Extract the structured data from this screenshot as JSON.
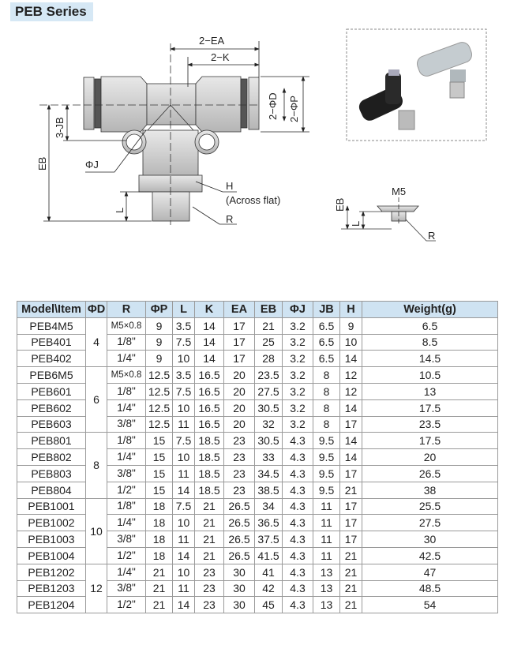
{
  "title": "PEB Series",
  "drawing": {
    "labels": {
      "ea": "2−EA",
      "k": "2−K",
      "d": "2−ΦD",
      "p": "2−ΦP",
      "jb": "3-JB",
      "eb": "EB",
      "j": "ΦJ",
      "h": "H",
      "across": "(Across flat)",
      "l": "L",
      "r": "R"
    },
    "m5_labels": {
      "m5": "M5",
      "eb": "EB",
      "l": "L",
      "r": "R"
    }
  },
  "table": {
    "headers": [
      "Model\\Item",
      "ΦD",
      "R",
      "ΦP",
      "L",
      "K",
      "EA",
      "EB",
      "ΦJ",
      "JB",
      "H",
      "Weight(g)"
    ],
    "groups": [
      {
        "d": "4",
        "rows": [
          [
            "PEB4M5",
            "M5×0.8",
            "9",
            "3.5",
            "14",
            "17",
            "21",
            "3.2",
            "6.5",
            "9",
            "6.5"
          ],
          [
            "PEB401",
            "1/8\"",
            "9",
            "7.5",
            "14",
            "17",
            "25",
            "3.2",
            "6.5",
            "10",
            "8.5"
          ],
          [
            "PEB402",
            "1/4\"",
            "9",
            "10",
            "14",
            "17",
            "28",
            "3.2",
            "6.5",
            "14",
            "14.5"
          ]
        ]
      },
      {
        "d": "6",
        "rows": [
          [
            "PEB6M5",
            "M5×0.8",
            "12.5",
            "3.5",
            "16.5",
            "20",
            "23.5",
            "3.2",
            "8",
            "12",
            "10.5"
          ],
          [
            "PEB601",
            "1/8\"",
            "12.5",
            "7.5",
            "16.5",
            "20",
            "27.5",
            "3.2",
            "8",
            "12",
            "13"
          ],
          [
            "PEB602",
            "1/4\"",
            "12.5",
            "10",
            "16.5",
            "20",
            "30.5",
            "3.2",
            "8",
            "14",
            "17.5"
          ],
          [
            "PEB603",
            "3/8\"",
            "12.5",
            "11",
            "16.5",
            "20",
            "32",
            "3.2",
            "8",
            "17",
            "23.5"
          ]
        ]
      },
      {
        "d": "8",
        "rows": [
          [
            "PEB801",
            "1/8\"",
            "15",
            "7.5",
            "18.5",
            "23",
            "30.5",
            "4.3",
            "9.5",
            "14",
            "17.5"
          ],
          [
            "PEB802",
            "1/4\"",
            "15",
            "10",
            "18.5",
            "23",
            "33",
            "4.3",
            "9.5",
            "14",
            "20"
          ],
          [
            "PEB803",
            "3/8\"",
            "15",
            "11",
            "18.5",
            "23",
            "34.5",
            "4.3",
            "9.5",
            "17",
            "26.5"
          ],
          [
            "PEB804",
            "1/2\"",
            "15",
            "14",
            "18.5",
            "23",
            "38.5",
            "4.3",
            "9.5",
            "21",
            "38"
          ]
        ]
      },
      {
        "d": "10",
        "rows": [
          [
            "PEB1001",
            "1/8\"",
            "18",
            "7.5",
            "21",
            "26.5",
            "34",
            "4.3",
            "11",
            "17",
            "25.5"
          ],
          [
            "PEB1002",
            "1/4\"",
            "18",
            "10",
            "21",
            "26.5",
            "36.5",
            "4.3",
            "11",
            "17",
            "27.5"
          ],
          [
            "PEB1003",
            "3/8\"",
            "18",
            "11",
            "21",
            "26.5",
            "37.5",
            "4.3",
            "11",
            "17",
            "30"
          ],
          [
            "PEB1004",
            "1/2\"",
            "18",
            "14",
            "21",
            "26.5",
            "41.5",
            "4.3",
            "11",
            "21",
            "42.5"
          ]
        ]
      },
      {
        "d": "12",
        "rows": [
          [
            "PEB1202",
            "1/4\"",
            "21",
            "10",
            "23",
            "30",
            "41",
            "4.3",
            "13",
            "21",
            "47"
          ],
          [
            "PEB1203",
            "3/8\"",
            "21",
            "11",
            "23",
            "30",
            "42",
            "4.3",
            "13",
            "21",
            "48.5"
          ],
          [
            "PEB1204",
            "1/2\"",
            "21",
            "14",
            "23",
            "30",
            "45",
            "4.3",
            "13",
            "21",
            "54"
          ]
        ]
      }
    ]
  }
}
